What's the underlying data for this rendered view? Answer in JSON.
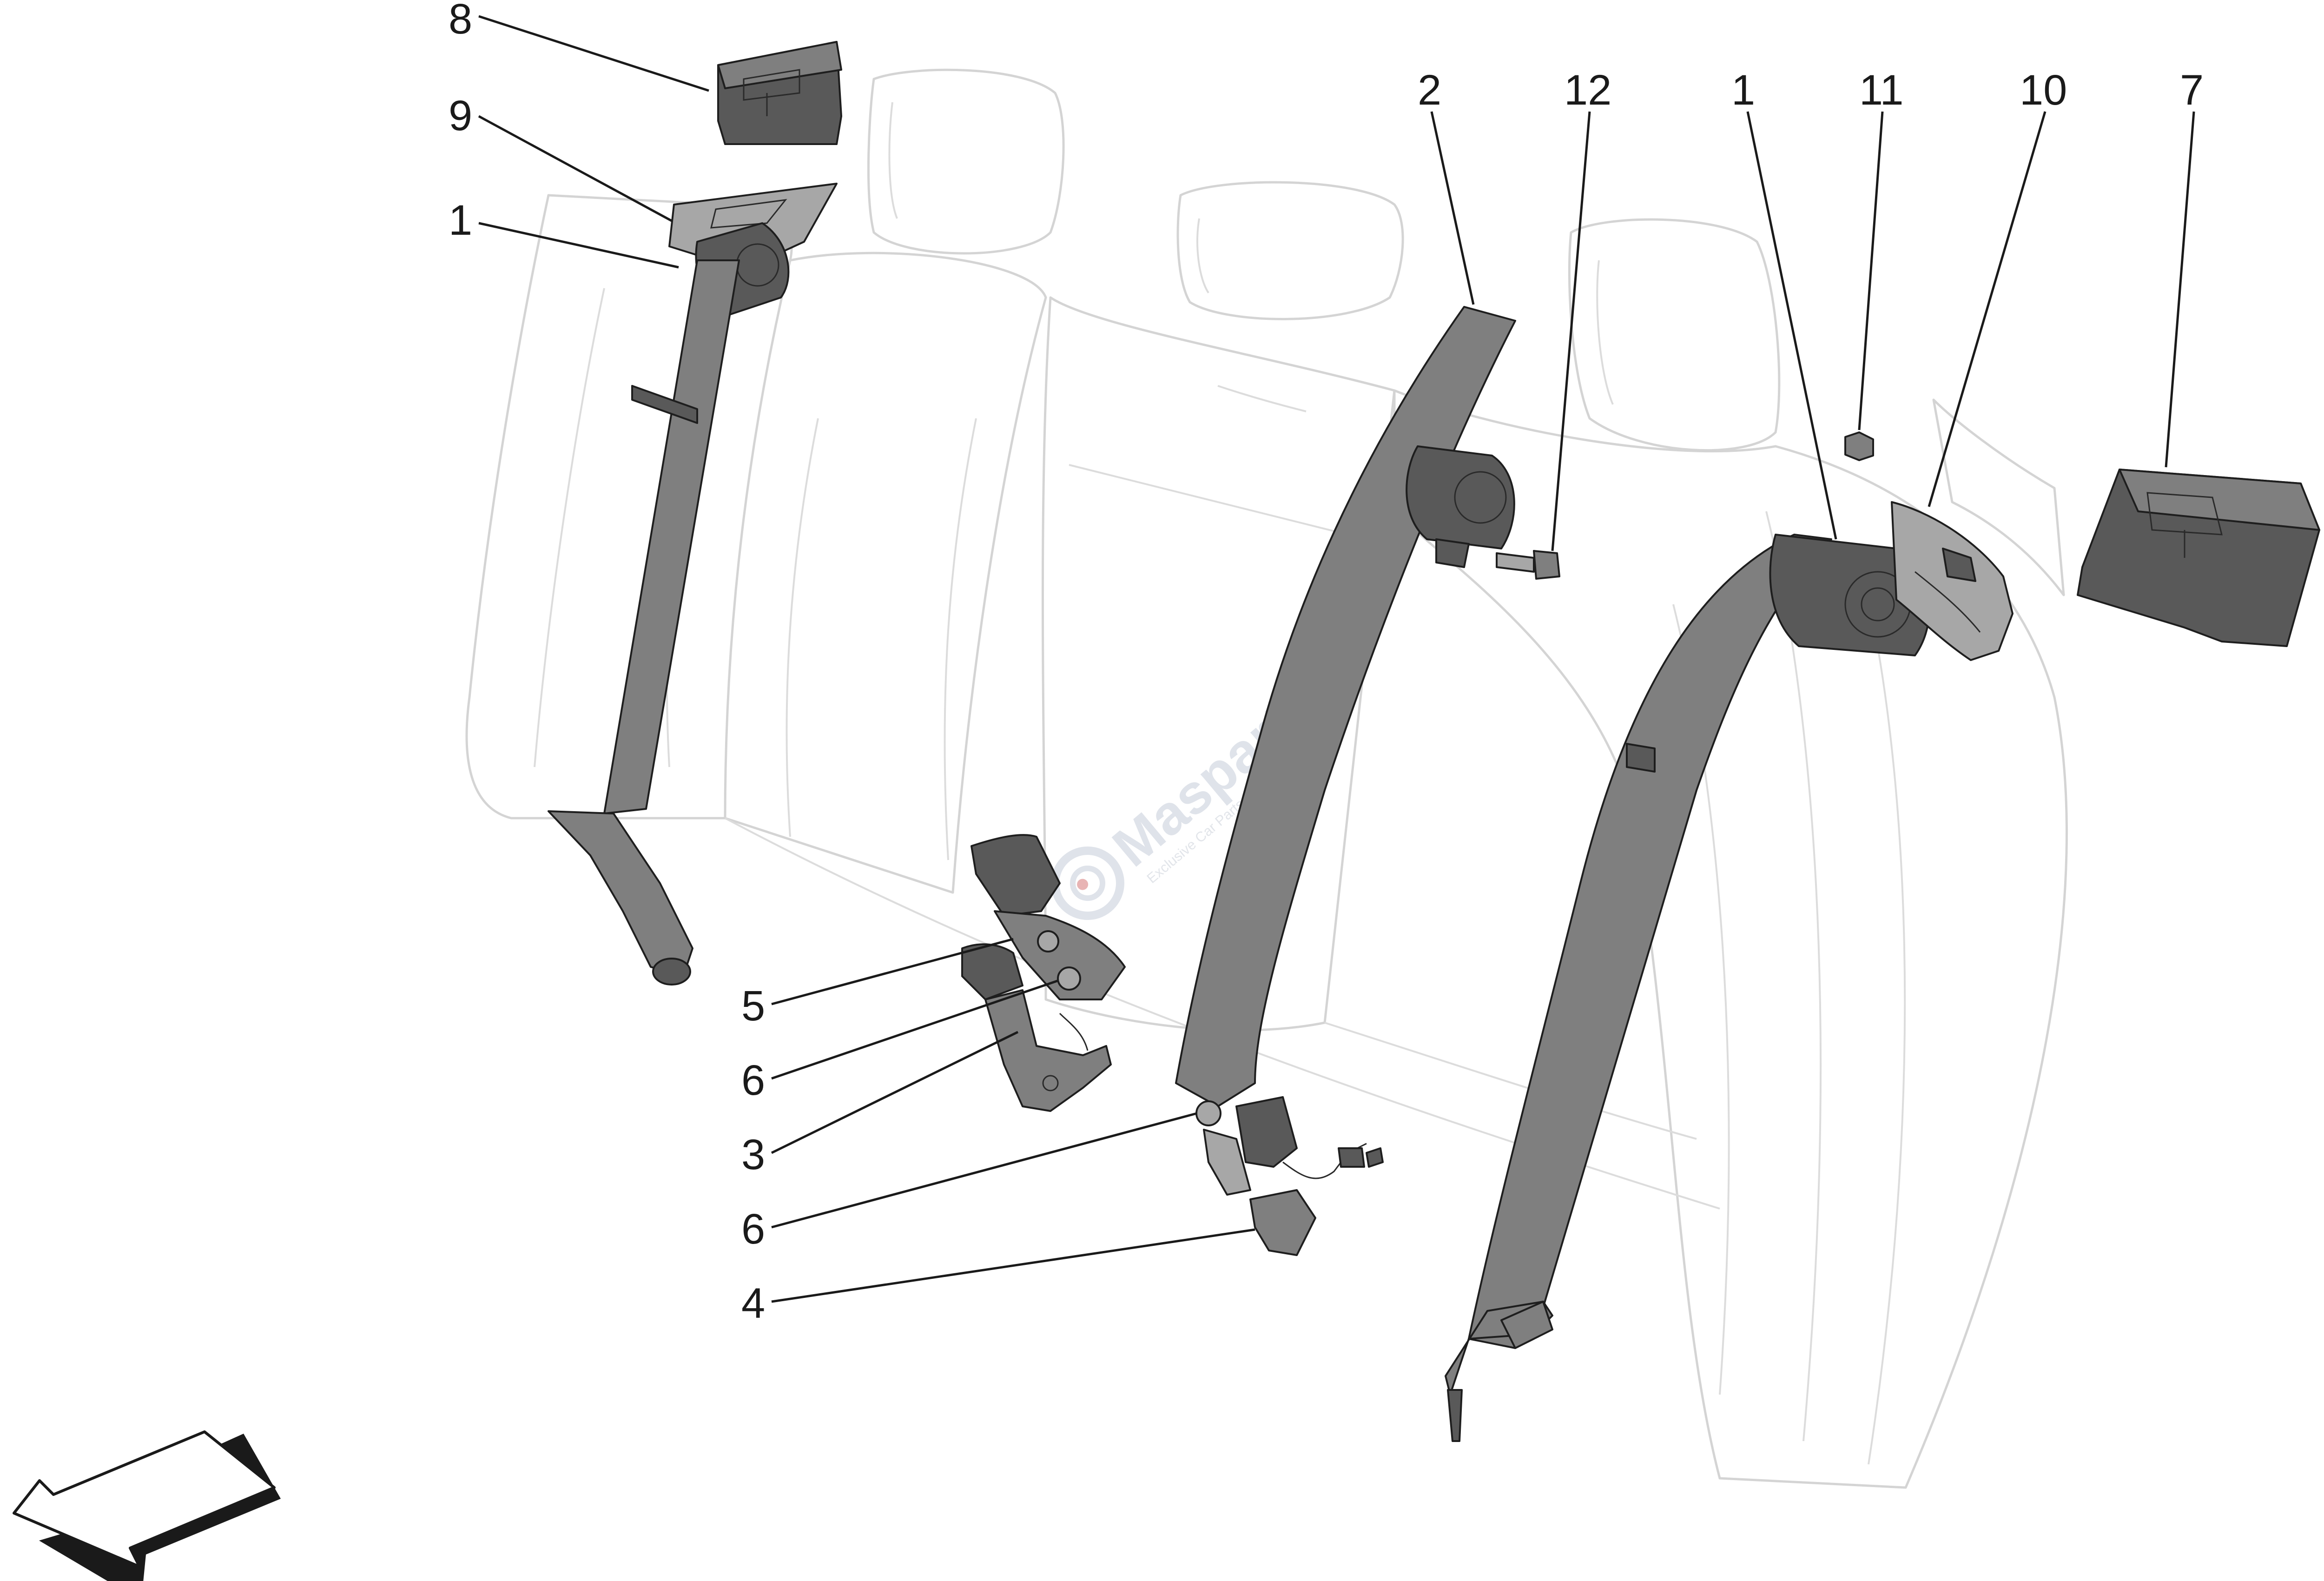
{
  "watermark": {
    "brand": "Masparts",
    "tagline": "Exclusive Car Parts Specialist"
  },
  "callouts": [
    {
      "id": "c-8-top",
      "number": "8"
    },
    {
      "id": "c-9",
      "number": "9"
    },
    {
      "id": "c-1-left",
      "number": "1"
    },
    {
      "id": "c-2",
      "number": "2"
    },
    {
      "id": "c-12",
      "number": "12"
    },
    {
      "id": "c-1-right",
      "number": "1"
    },
    {
      "id": "c-11",
      "number": "11"
    },
    {
      "id": "c-10",
      "number": "10"
    },
    {
      "id": "c-7",
      "number": "7"
    },
    {
      "id": "c-5",
      "number": "5"
    },
    {
      "id": "c-6-upper",
      "number": "6"
    },
    {
      "id": "c-3",
      "number": "3"
    },
    {
      "id": "c-6-lower",
      "number": "6"
    },
    {
      "id": "c-4",
      "number": "4"
    }
  ],
  "colors": {
    "part_fill": "#7f7f7f",
    "part_outline": "#1e1e1e",
    "seat_outline": "#d4d4d4",
    "watermark": "#dfe3ea"
  },
  "icons": {
    "direction": "front-direction-arrow-icon",
    "watermark_logo": "gear-logo-icon"
  }
}
